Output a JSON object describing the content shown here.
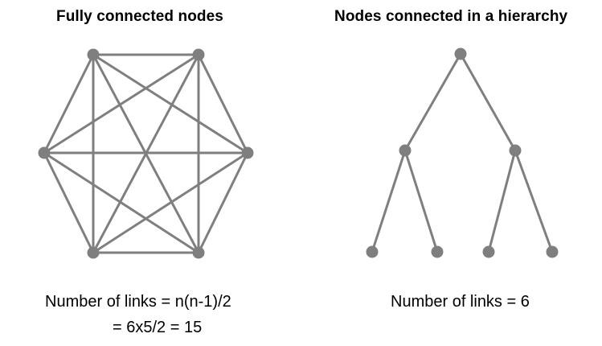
{
  "left_panel": {
    "title": "Fully connected nodes",
    "caption_line1": "Number of links = n(n-1)/2",
    "caption_line2": "= 6x5/2 = 15",
    "node_count": 6,
    "link_count": 15
  },
  "right_panel": {
    "title": "Nodes connected in a hierarchy",
    "caption": "Number of links = 6",
    "node_count": 7,
    "link_count": 6
  },
  "colors": {
    "edge": "#7f7f7f",
    "node": "#7f7f7f",
    "text": "#000000",
    "background": "#ffffff"
  }
}
